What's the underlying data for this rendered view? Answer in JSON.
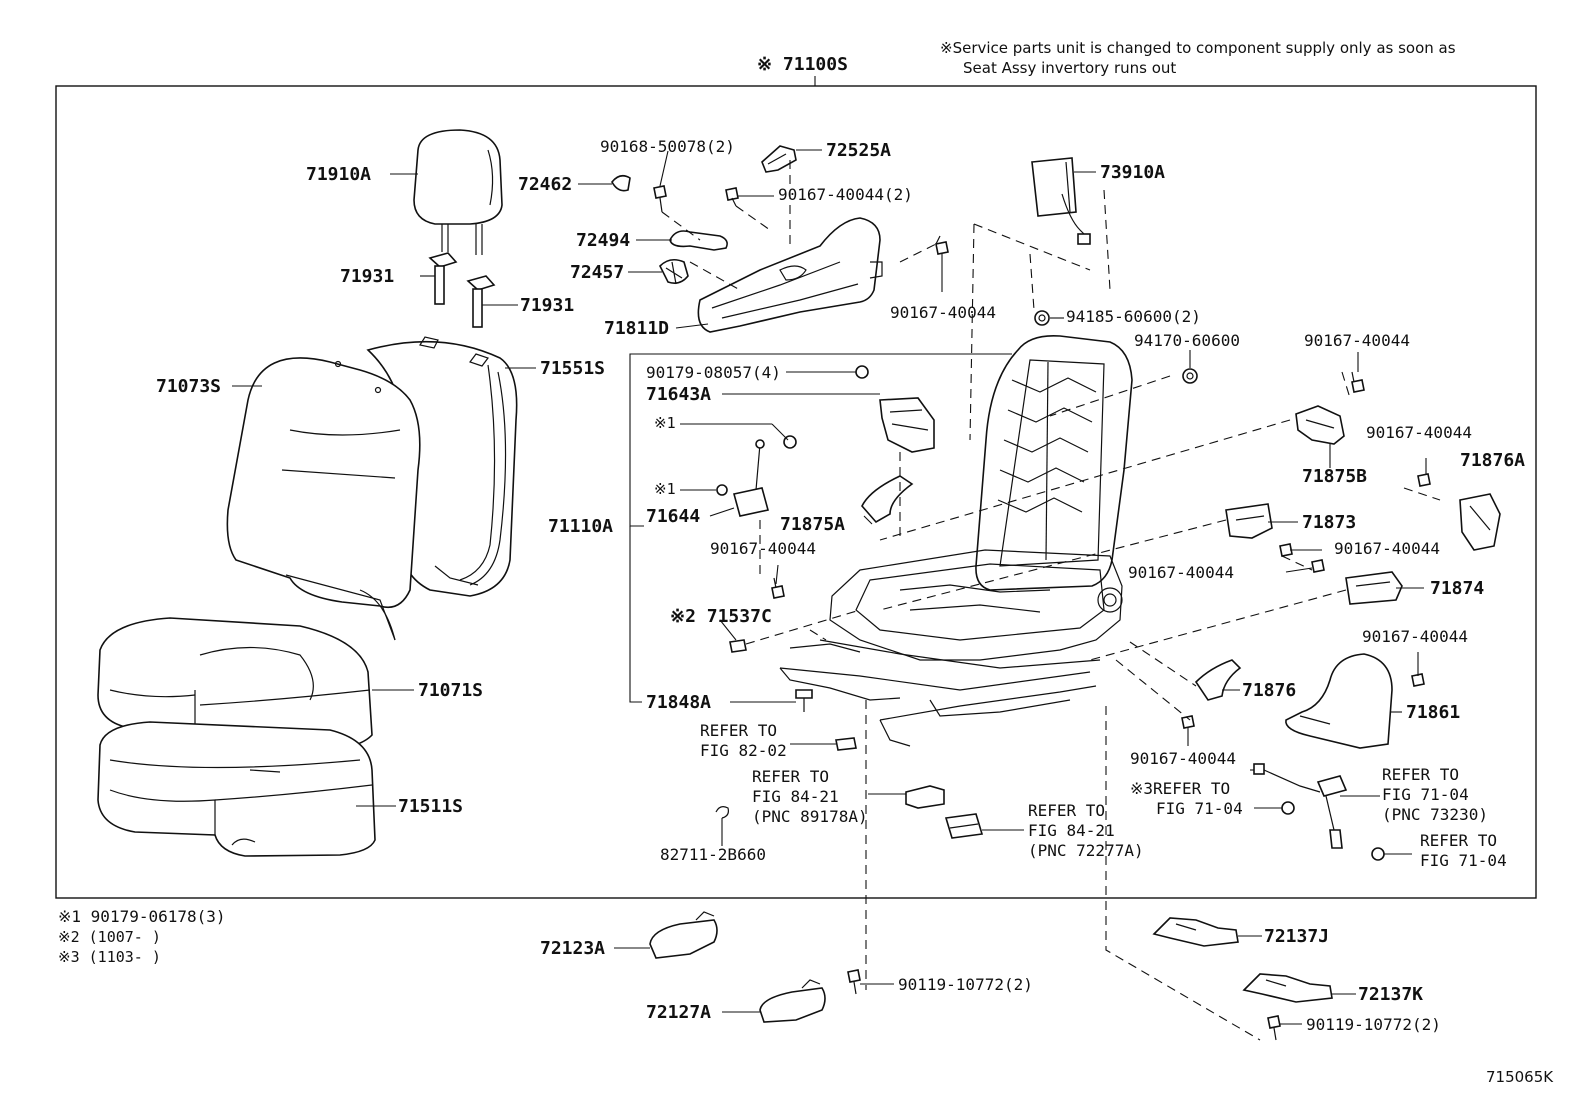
{
  "header": {
    "assembly": "※ 71100S",
    "note_line1": "※Service parts unit is changed to component supply only as soon as",
    "note_line2": "Seat Assy invertory runs out"
  },
  "parts": [
    {
      "id": "71910A",
      "label": "71910A"
    },
    {
      "id": "71931a",
      "label": "71931"
    },
    {
      "id": "71931b",
      "label": "71931"
    },
    {
      "id": "71073S",
      "label": "71073S"
    },
    {
      "id": "71551S",
      "label": "71551S"
    },
    {
      "id": "71071S",
      "label": "71071S"
    },
    {
      "id": "71511S",
      "label": "71511S"
    },
    {
      "id": "90168-50078",
      "label": "90168-50078(2)"
    },
    {
      "id": "72525A",
      "label": "72525A"
    },
    {
      "id": "72462",
      "label": "72462"
    },
    {
      "id": "90167-40044-2",
      "label": "90167-40044(2)"
    },
    {
      "id": "72494",
      "label": "72494"
    },
    {
      "id": "72457",
      "label": "72457"
    },
    {
      "id": "71811D",
      "label": "71811D"
    },
    {
      "id": "90167-40044-a",
      "label": "90167-40044"
    },
    {
      "id": "73910A",
      "label": "73910A"
    },
    {
      "id": "94185-60600",
      "label": "94185-60600(2)"
    },
    {
      "id": "94170-60600",
      "label": "94170-60600"
    },
    {
      "id": "90167-40044-b",
      "label": "90167-40044"
    },
    {
      "id": "90179-08057",
      "label": "90179-08057(4)"
    },
    {
      "id": "71643A",
      "label": "71643A"
    },
    {
      "id": "x1a",
      "label": "※1"
    },
    {
      "id": "x1b",
      "label": "※1"
    },
    {
      "id": "71110A",
      "label": "71110A"
    },
    {
      "id": "71644",
      "label": "71644"
    },
    {
      "id": "71875A",
      "label": "71875A"
    },
    {
      "id": "71875B",
      "label": "71875B"
    },
    {
      "id": "90167-40044-c",
      "label": "90167-40044"
    },
    {
      "id": "71876A",
      "label": "71876A"
    },
    {
      "id": "71873",
      "label": "71873"
    },
    {
      "id": "90167-40044-d",
      "label": "90167-40044"
    },
    {
      "id": "90167-40044-e",
      "label": "90167-40044"
    },
    {
      "id": "90167-40044-f",
      "label": "90167-40044"
    },
    {
      "id": "71874",
      "label": "71874"
    },
    {
      "id": "71537C",
      "label": "※2 71537C"
    },
    {
      "id": "90167-40044-g",
      "label": "90167-40044"
    },
    {
      "id": "71876",
      "label": "71876"
    },
    {
      "id": "71861",
      "label": "71861"
    },
    {
      "id": "71848A",
      "label": "71848A"
    },
    {
      "id": "90167-40044-h",
      "label": "90167-40044"
    },
    {
      "id": "82711-2B660",
      "label": "82711-2B660"
    },
    {
      "id": "72123A",
      "label": "72123A"
    },
    {
      "id": "72127A",
      "label": "72127A"
    },
    {
      "id": "90119-10772-a",
      "label": "90119-10772(2)"
    },
    {
      "id": "72137J",
      "label": "72137J"
    },
    {
      "id": "72137K",
      "label": "72137K"
    },
    {
      "id": "90119-10772-b",
      "label": "90119-10772(2)"
    }
  ],
  "refers": [
    {
      "id": "r1",
      "lines": [
        "REFER TO",
        "FIG 82-02"
      ]
    },
    {
      "id": "r2",
      "lines": [
        "REFER TO",
        "FIG 84-21",
        "(PNC 89178A)"
      ]
    },
    {
      "id": "r3",
      "lines": [
        "REFER TO",
        "FIG 84-21",
        "(PNC 72277A)"
      ]
    },
    {
      "id": "r4",
      "lines": [
        "※3REFER TO",
        "FIG 71-04"
      ]
    },
    {
      "id": "r5",
      "lines": [
        "REFER TO",
        "FIG 71-04",
        "(PNC 73230)"
      ]
    },
    {
      "id": "r6",
      "lines": [
        "REFER TO",
        "FIG 71-04"
      ]
    }
  ],
  "footnotes": [
    "※1 90179-06178(3)",
    "※2 (1007-      )",
    "※3 (1103-      )"
  ],
  "figure_code": "715065K"
}
